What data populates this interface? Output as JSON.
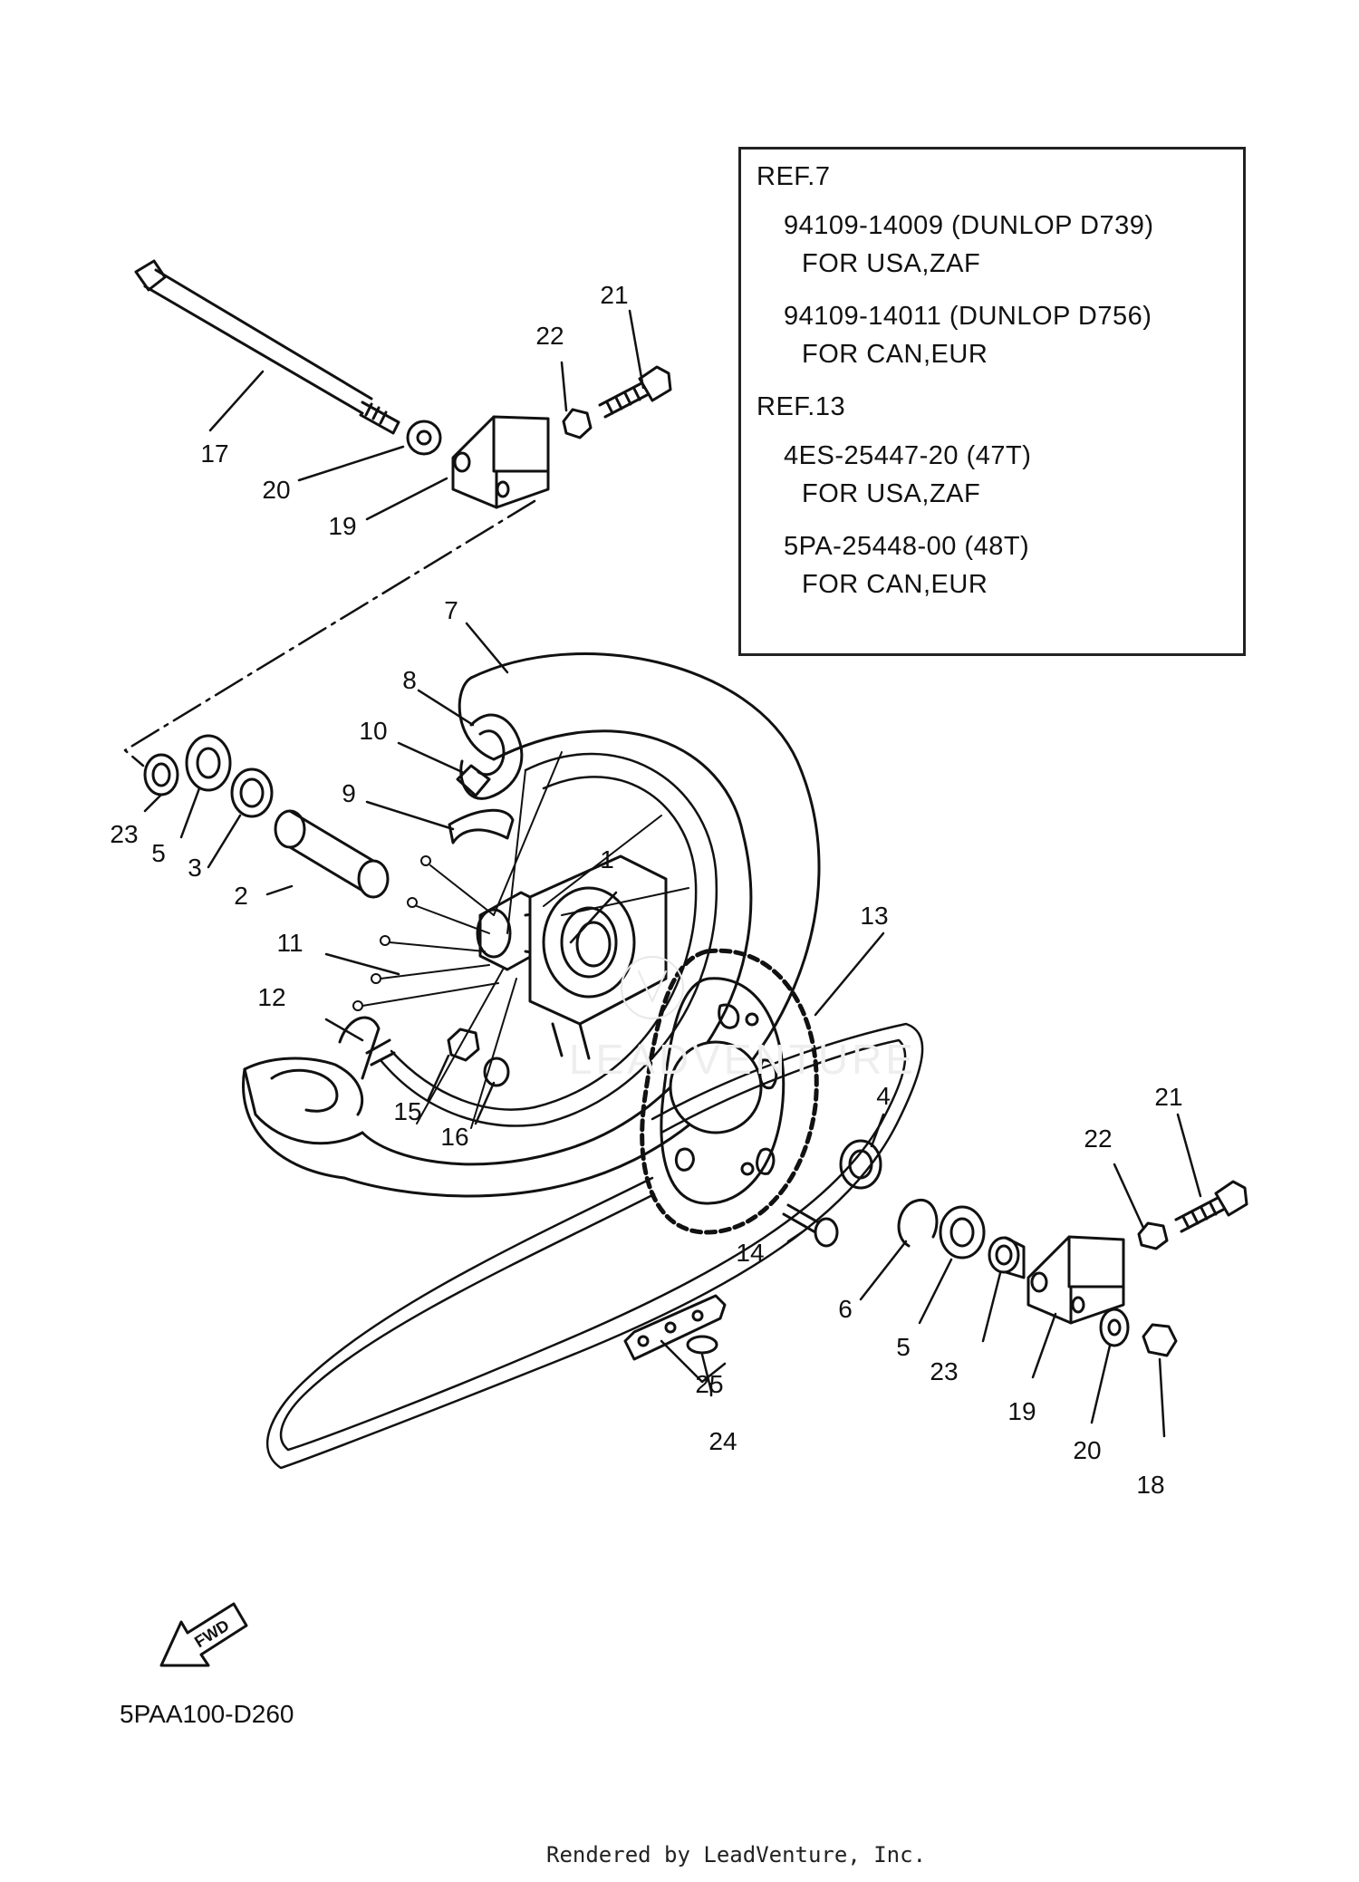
{
  "ref_box": {
    "lines": [
      "REF.7",
      "94109-14009 (DUNLOP D739)",
      "FOR USA,ZAF",
      "94109-14011 (DUNLOP D756)",
      "FOR CAN,EUR",
      "REF.13",
      "4ES-25447-20 (47T)",
      "FOR USA,ZAF",
      "5PA-25448-00 (48T)",
      "FOR CAN,EUR"
    ]
  },
  "callouts": [
    "1",
    "2",
    "3",
    "4",
    "5",
    "6",
    "7",
    "8",
    "9",
    "10",
    "11",
    "12",
    "13",
    "14",
    "15",
    "16",
    "17",
    "18",
    "19",
    "20",
    "21",
    "22",
    "23",
    "24",
    "25",
    "5",
    "19",
    "20",
    "21",
    "22",
    "23"
  ],
  "fwd_label": "FWD",
  "diagram_code": "5PAA100-D260",
  "credit": "Rendered by LeadVenture, Inc.",
  "watermark": "LEADVENTURE"
}
